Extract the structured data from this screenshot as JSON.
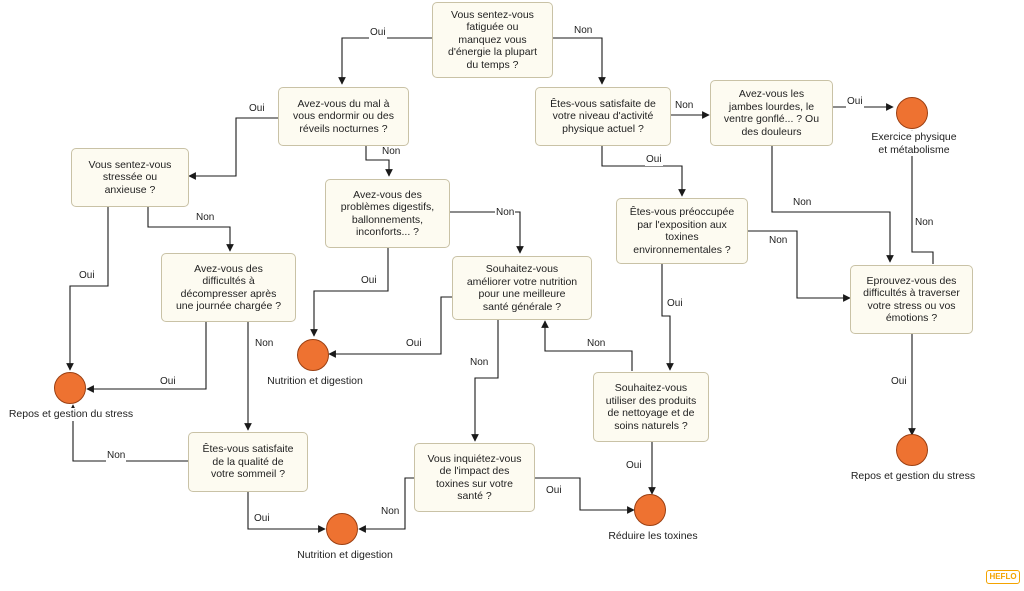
{
  "questions": {
    "q_fatigue": "Vous sentez-vous\nfatiguée ou\nmanquez vous\nd'énergie la plupart\ndu temps ?",
    "q_sleep_pain": "Avez-vous du mal à\nvous endormir ou des\nréveils nocturnes ?",
    "q_activity": "Êtes-vous satisfaite de\nvotre niveau d'activité\nphysique actuel ?",
    "q_legs": "Avez-vous les\njambes lourdes, le\nventre gonflé... ? Ou\ndes douleurs",
    "q_stressed": "Vous sentez-vous\nstressée ou\nanxieuse ?",
    "q_digestion": "Avez-vous des\nproblèmes digestifs,\nballonnements,\ninconforts... ?",
    "q_toxins_env": "Êtes-vous préoccupée\npar l'exposition aux\ntoxines\nenvironnementales ?",
    "q_decompress": "Avez-vous des\ndifficultés à\ndécompresser après\nune journée chargée ?",
    "q_nutrition": "Souhaitez-vous\naméliorer votre nutrition\npour une meilleure\nsanté générale ?",
    "q_emotions": "Eprouvez-vous des\ndifficultés à traverser\nvotre stress ou vos\némotions ?",
    "q_products": "Souhaitez-vous\nutiliser des produits\nde nettoyage et de\nsoins naturels ?",
    "q_sleep_quality": "Êtes-vous satisfaite\nde la qualité de\nvotre sommeil ?",
    "q_toxin_impact": "Vous inquiétez-vous\nde l'impact des\ntoxines sur votre\nsanté ?"
  },
  "outcomes": {
    "t_exercise": "Exercice physique\net métabolisme",
    "t_nutrition_mid": "Nutrition et digestion",
    "t_rest_left": "Repos et gestion du stress",
    "t_rest_right": "Repos et gestion du stress",
    "t_toxins": "Réduire les toxines",
    "t_nutrition_bottom": "Nutrition et digestion"
  },
  "edge_labels": {
    "e1": "Oui",
    "e2": "Non",
    "e3": "Oui",
    "e4": "Non",
    "e5": "Non",
    "e6": "Oui",
    "e7": "Oui",
    "e8": "Non",
    "e9": "Oui",
    "e10": "Non",
    "e11": "Oui",
    "e12": "Non",
    "e13": "Oui",
    "e14": "Oui",
    "e15": "Non",
    "e16": "Non",
    "e17": "Non",
    "e18": "Oui",
    "e19": "Oui",
    "e20": "Non",
    "e21": "Oui",
    "e22": "Oui",
    "e23": "Non",
    "e24": "Oui",
    "e25": "Non"
  },
  "colors": {
    "node_fill": "#fdfbf1",
    "node_border": "#c9c2a6",
    "terminal_fill": "#ee7231",
    "terminal_border": "#9b3f12",
    "connector": "#1a1a1a",
    "brand": "#f4a300"
  },
  "branding": {
    "logo_text": "HEFLO"
  }
}
